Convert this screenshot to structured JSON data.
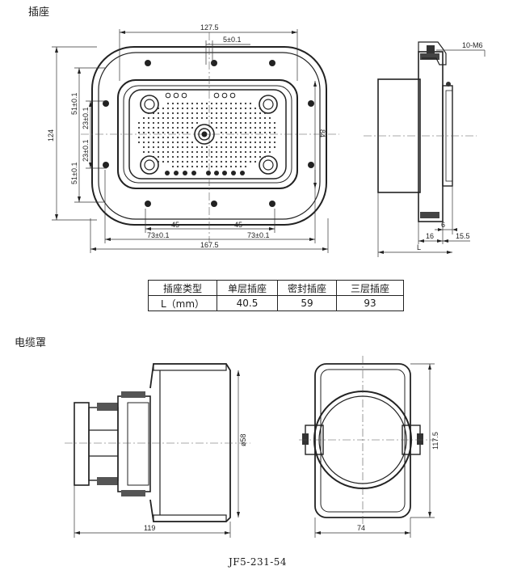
{
  "sections": {
    "socket": "插座",
    "cable_cover": "电缆罩"
  },
  "front_dims": {
    "overall_top": "127.5",
    "pitch_top": "5±0.1",
    "height_124": "124",
    "half_51_a": "51±0.1",
    "half_51_b": "51±0.1",
    "half_23_a": "23±0.1",
    "half_23_b": "23±0.1",
    "inner_84": "84",
    "half_45_a": "45",
    "half_45_b": "45",
    "half_73_a": "73±0.1",
    "half_73_b": "73±0.1",
    "overall_bottom": "167.5"
  },
  "side_dims": {
    "thread": "10-M6",
    "d6": "6",
    "d16": "16",
    "d15_5": "15.5",
    "length": "L"
  },
  "table": {
    "header": [
      "插座类型",
      "单层插座",
      "密封插座",
      "三层插座"
    ],
    "row": [
      "L（mm）",
      "40.5",
      "59",
      "93"
    ]
  },
  "cover_dims": {
    "length": "119",
    "diameter": "ø58",
    "width": "74",
    "height": "117.5"
  },
  "drawing_number": "JF5-231-54"
}
